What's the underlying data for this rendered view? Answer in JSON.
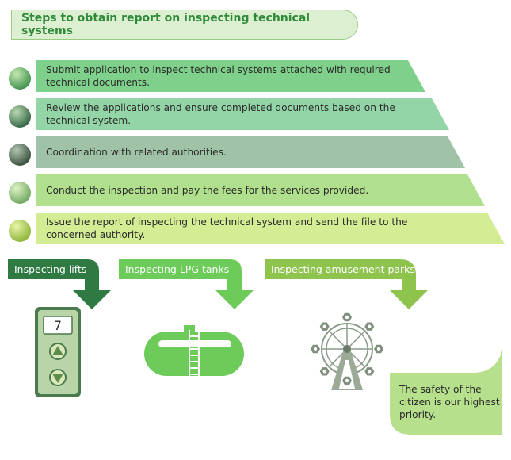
{
  "title": "Steps to obtain report on inspecting technical systems",
  "steps": [
    {
      "text": "Submit application to inspect technical systems attached with required technical documents.",
      "color": "#7fd08a"
    },
    {
      "text": "Review the applications and ensure completed documents based on the technical system.",
      "color": "#93d5a7"
    },
    {
      "text": "Coordination with related authorities.",
      "color": "#a0c3a8"
    },
    {
      "text": "Conduct the inspection and pay the fees for the services provided.",
      "color": "#b0e08e"
    },
    {
      "text": "Issue the report of inspecting the technical system and send the file to the concerned authority.",
      "color": "#d4ec94"
    }
  ],
  "categories": [
    {
      "label": "Inspecting lifts",
      "color": "#2f7a42"
    },
    {
      "label": "Inspecting LPG tanks",
      "color": "#6dcb5a"
    },
    {
      "label": "Inspecting amusement parks",
      "color": "#8ec34e"
    }
  ],
  "lift_panel": {
    "display": "7"
  },
  "icons": [
    "lift-panel-icon",
    "lpg-tank-icon",
    "ferris-wheel-icon"
  ],
  "safety_note": "The safety of the citizen is our highest priority."
}
